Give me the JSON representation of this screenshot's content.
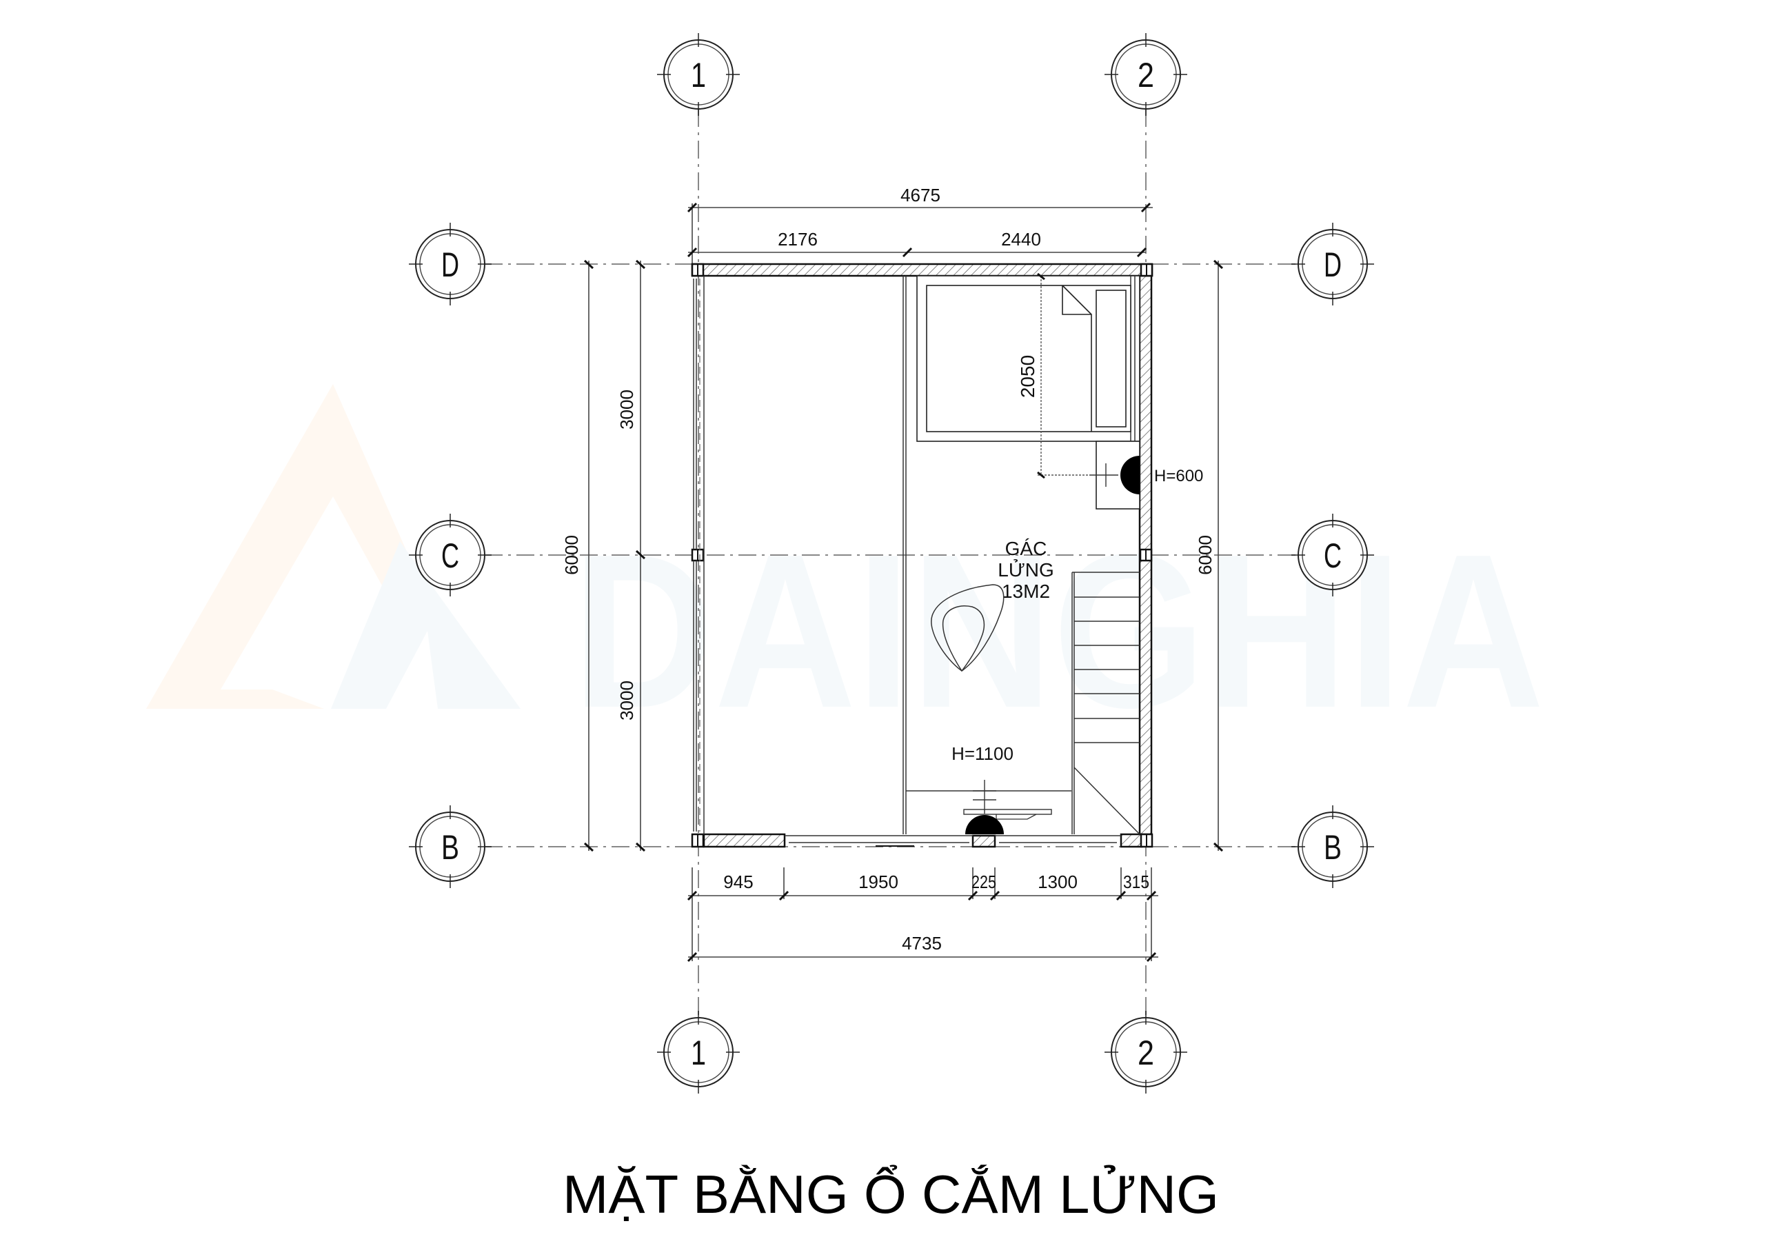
{
  "drawing": {
    "title": "MẶT BẰNG Ổ CẮM  LỬNG",
    "watermark": "DAINGHIA",
    "colors": {
      "line": "#111111",
      "axis": "#888888",
      "watermark_orange": "#fff8f1",
      "watermark_blue": "#f5f9fb",
      "socket_fill": "#000000"
    }
  },
  "grid": {
    "columns": [
      {
        "label": "1"
      },
      {
        "label": "2"
      }
    ],
    "rows": [
      {
        "label": "D"
      },
      {
        "label": "C"
      },
      {
        "label": "B"
      }
    ]
  },
  "dimensions": {
    "top_overall": "4675",
    "top_segments": [
      "2176",
      "2440"
    ],
    "left_overall": "6000",
    "left_segments": [
      "3000",
      "3000"
    ],
    "right_overall": "6000",
    "bottom_segments": [
      "945",
      "1950",
      "225",
      "1300",
      "315"
    ],
    "bottom_overall": "4735",
    "bed_length": "2050"
  },
  "room": {
    "name_line1": "GÁC",
    "name_line2": "LỬNG",
    "area": "13M2"
  },
  "sockets": [
    {
      "label": "H=600"
    },
    {
      "label": "H=1100"
    }
  ]
}
